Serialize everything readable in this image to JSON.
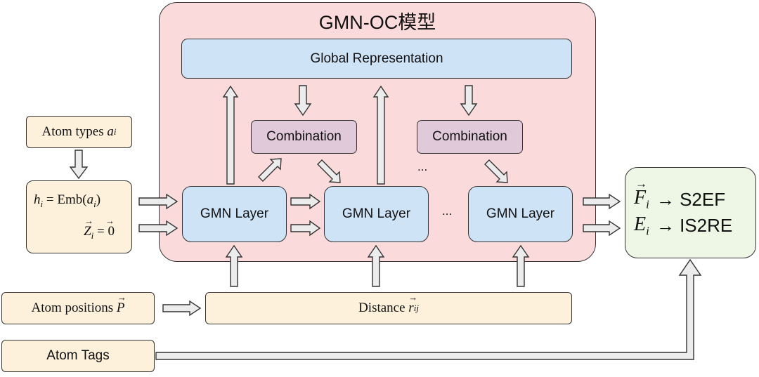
{
  "model_title": "GMN-OC模型",
  "global_representation": "Global Representation",
  "combination_left": "Combination",
  "combination_right": "Combination",
  "gmn_layer_1": "GMN Layer",
  "gmn_layer_2": "GMN Layer",
  "gmn_layer_3": "GMN Layer",
  "atom_types": "Atom types",
  "atom_types_var": "a",
  "atom_types_sub": "i",
  "h_eq": "h",
  "h_sub": "i",
  "h_rhs": "= Emb(",
  "h_arg": "a",
  "h_arg_sub": "i",
  "h_close": ")",
  "z_var": "Z",
  "z_sub": "i",
  "z_rhs": "= 0",
  "atom_positions": "Atom positions",
  "atom_positions_var": "P",
  "distance": "Distance",
  "distance_var": "r",
  "distance_sub": "ij",
  "atom_tags": "Atom Tags",
  "ellipsis_top": "...",
  "ellipsis_mid": "...",
  "output_f_var": "F",
  "output_f_sub": "i",
  "output_f_target": "→ S2EF",
  "output_e_var": "E",
  "output_e_sub": "i",
  "output_e_target": "→ IS2RE"
}
